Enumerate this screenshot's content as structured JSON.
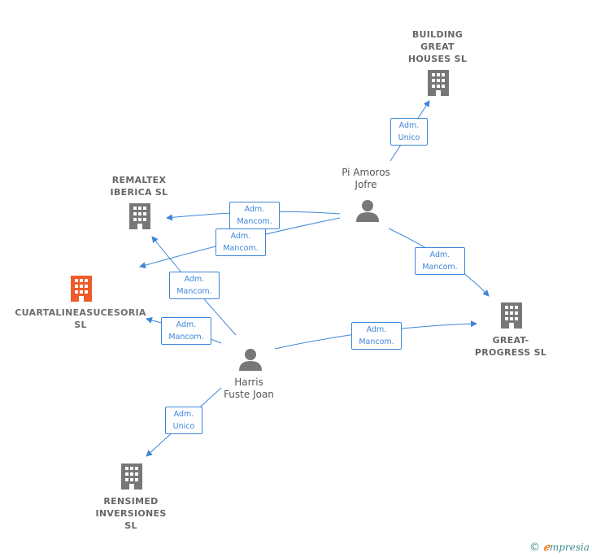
{
  "colors": {
    "edge": "#3d86d9",
    "company": "#777777",
    "focus_company": "#ef5b2b",
    "person": "#777777"
  },
  "companies": {
    "building": {
      "lines": [
        "BUILDING",
        "GREAT",
        "HOUSES  SL"
      ],
      "icon": "building-icon"
    },
    "remaltex": {
      "lines": [
        "REMALTEX",
        "IBERICA  SL"
      ],
      "icon": "building-icon"
    },
    "cuartalinea": {
      "lines": [
        "CUARTALINEASUCESORIA",
        "SL"
      ],
      "icon": "building-icon"
    },
    "great_progress": {
      "lines": [
        "GREAT-",
        "PROGRESS  SL"
      ],
      "icon": "building-icon"
    },
    "rensimed": {
      "lines": [
        "RENSIMED",
        "INVERSIONES",
        "SL"
      ],
      "icon": "building-icon"
    }
  },
  "persons": {
    "pi_amoros": {
      "lines": [
        "Pi Amoros",
        "Jofre"
      ],
      "icon": "person-icon"
    },
    "harris": {
      "lines": [
        "Harris",
        "Fuste Joan"
      ],
      "icon": "person-icon"
    }
  },
  "edges": [
    {
      "id": "e1",
      "lines": [
        "Adm.",
        "Unico"
      ]
    },
    {
      "id": "e2",
      "lines": [
        "Adm.",
        "Mancom."
      ]
    },
    {
      "id": "e3",
      "lines": [
        "Adm.",
        "Mancom."
      ]
    },
    {
      "id": "e4",
      "lines": [
        "Adm.",
        "Mancom."
      ]
    },
    {
      "id": "e5",
      "lines": [
        "Adm.",
        "Mancom."
      ]
    },
    {
      "id": "e6",
      "lines": [
        "Adm.",
        "Mancom."
      ]
    },
    {
      "id": "e7",
      "lines": [
        "Adm.",
        "Mancom."
      ]
    },
    {
      "id": "e8",
      "lines": [
        "Adm.",
        "Unico"
      ]
    }
  ],
  "footer": {
    "copyright": "©",
    "brand_first": "ℯ",
    "brand_rest": "mpresia"
  }
}
